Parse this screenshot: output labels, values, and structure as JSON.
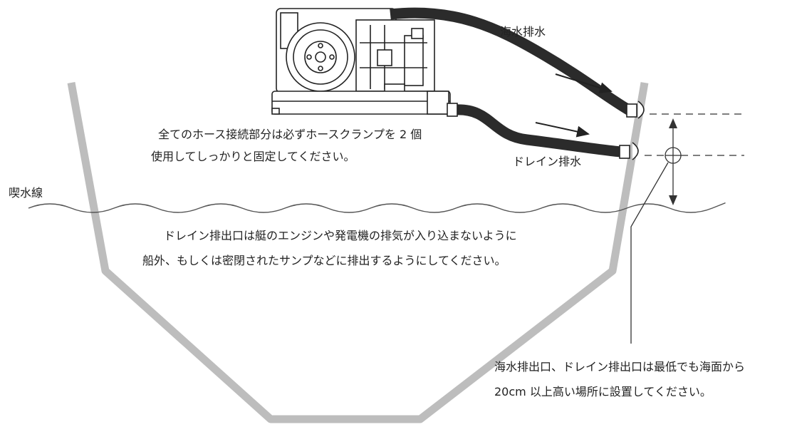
{
  "labels": {
    "seawater_drain": "海水排水",
    "drain_discharge": "ドレイン排水",
    "waterline": "喫水線",
    "hose_note_line1": "全てのホース接続部分は必ずホースクランプを 2 個",
    "hose_note_line2": "使用してしっかりと固定してください。",
    "drain_note_line1": "ドレイン排出口は艇のエンジンや発電機の排気が入り込まないように",
    "drain_note_line2": "船外、もしくは密閉されたサンプなどに排出するようにしてください。",
    "height_note_line1": "海水排出口、ドレイン排出口は最低でも海面から",
    "height_note_line2": "20cm 以上高い場所に設置してください。"
  },
  "colors": {
    "hull": "#bdbdbd",
    "hose": "#2b2b2b",
    "line": "#333333",
    "wave": "#555555"
  }
}
